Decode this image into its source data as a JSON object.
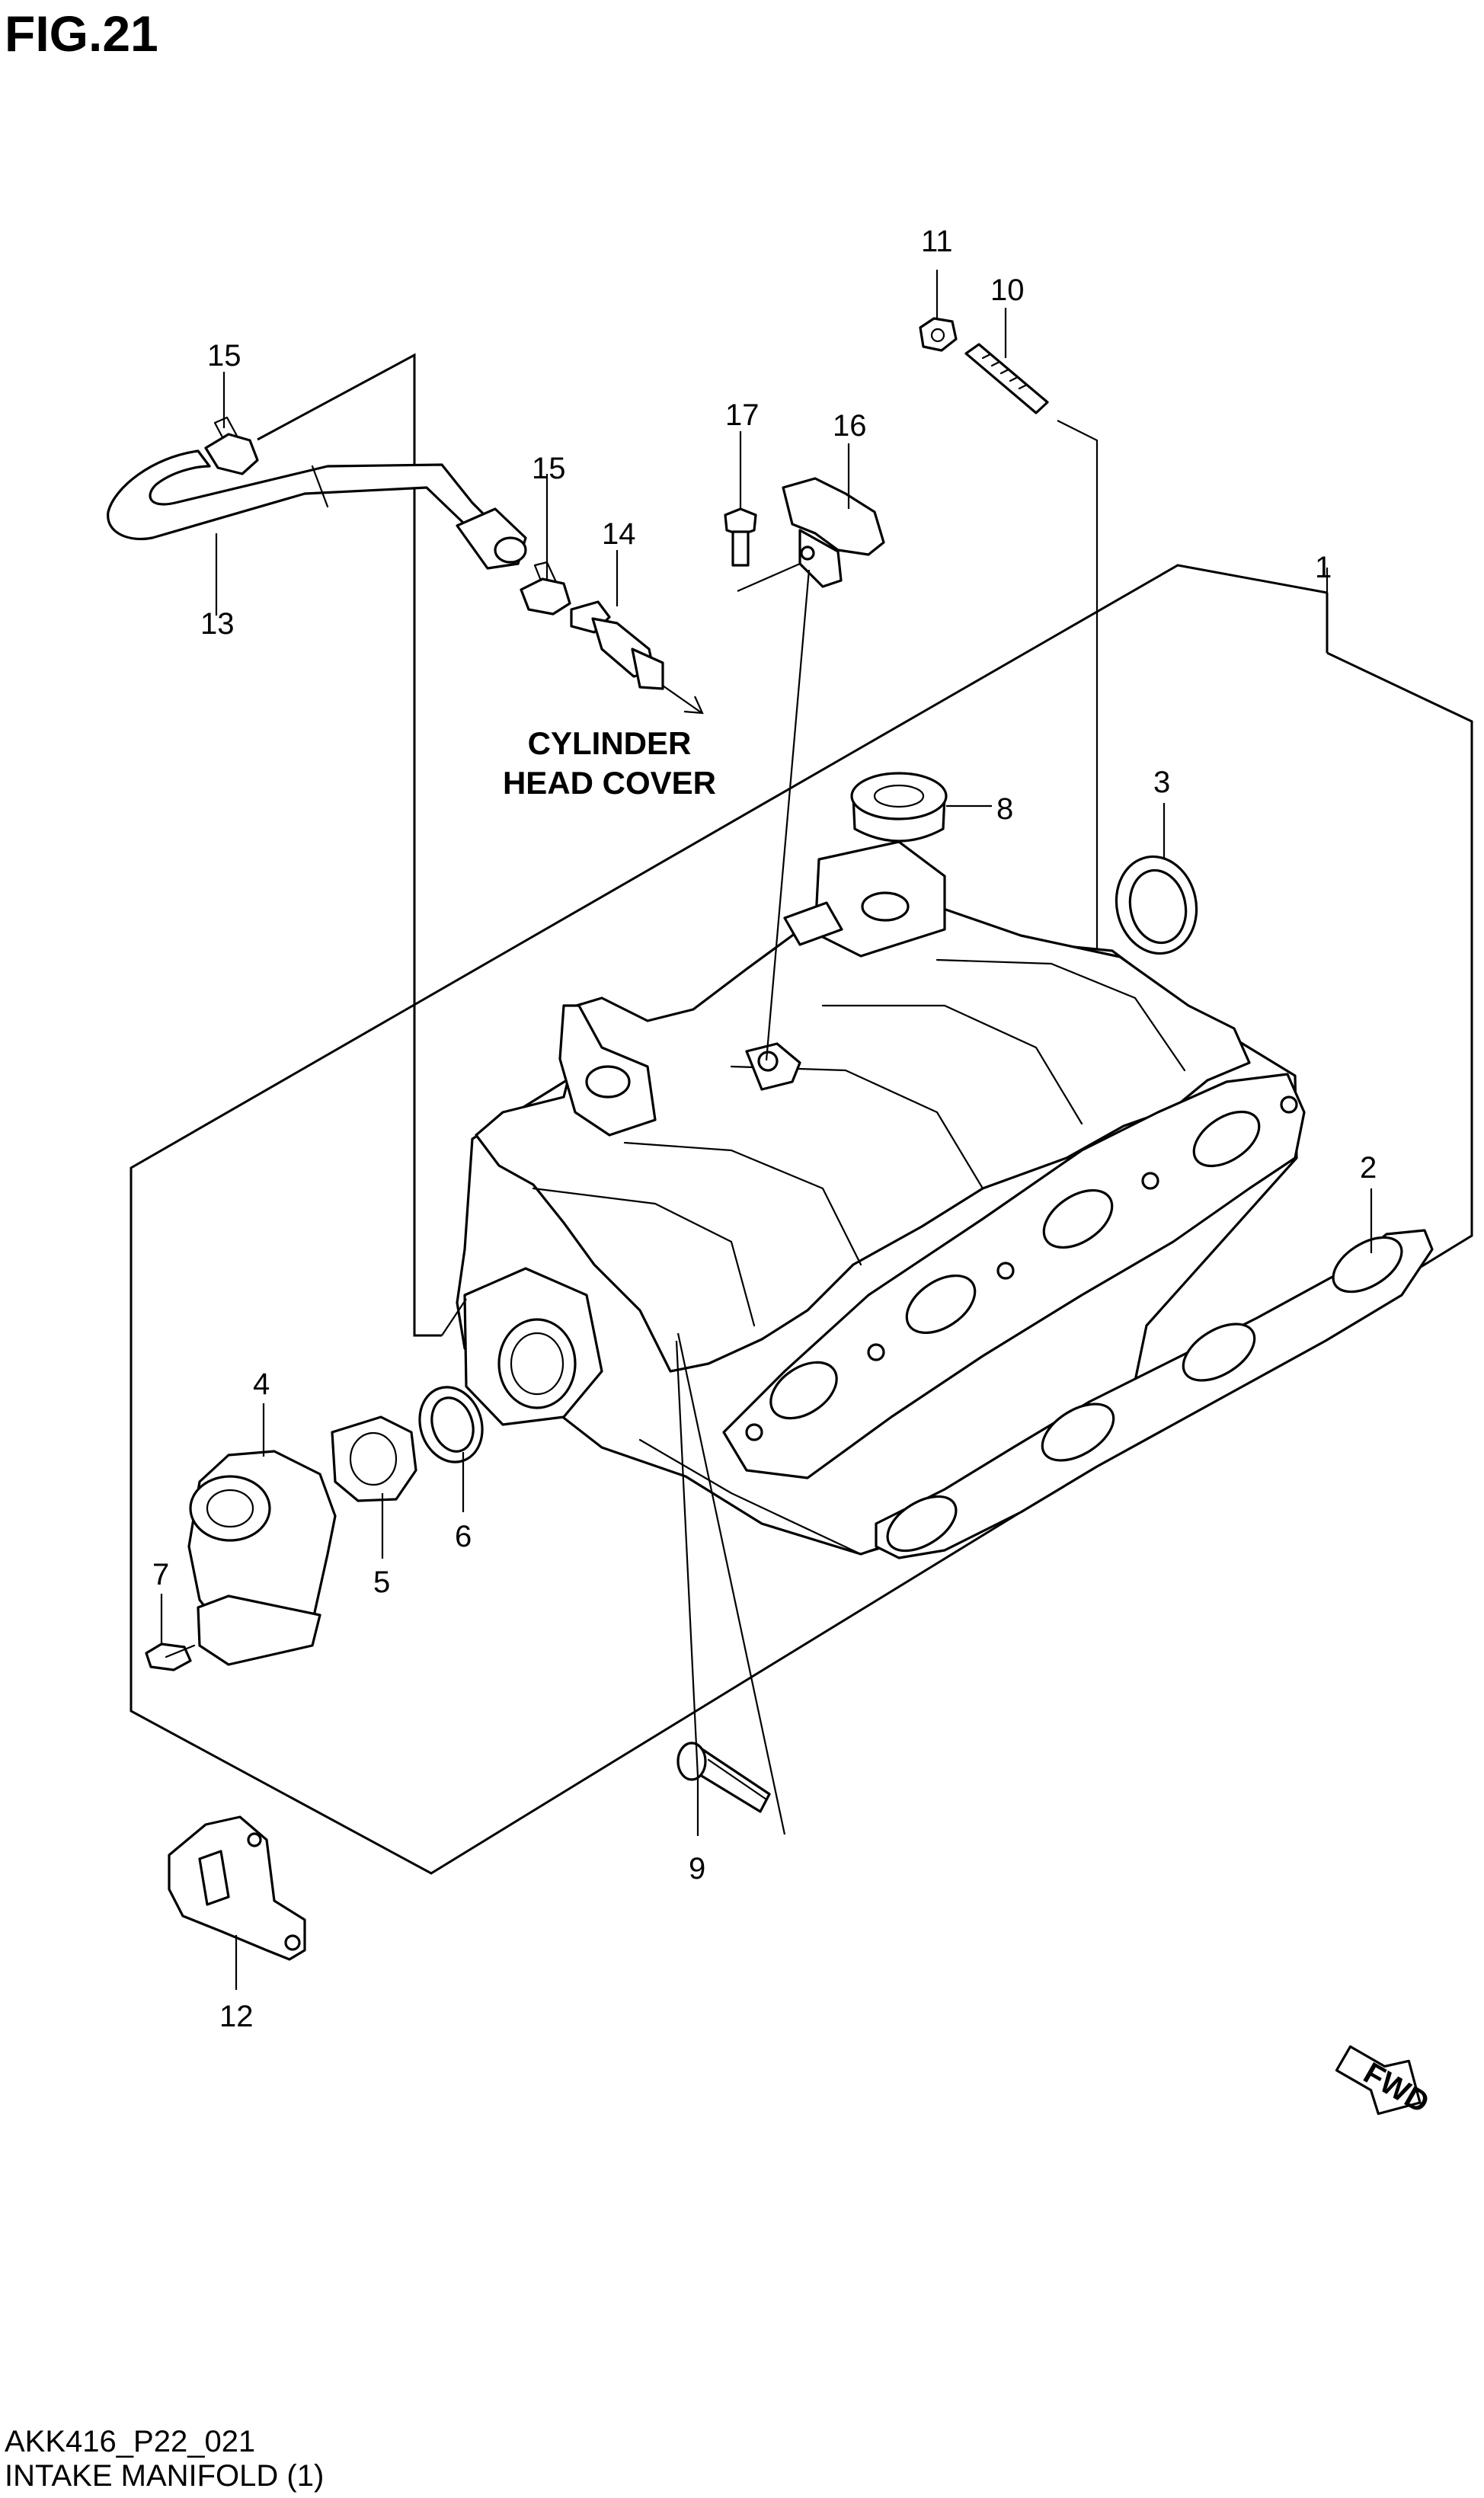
{
  "figure_title": "FIG.21",
  "note_text_line1": "CYLINDER",
  "note_text_line2": "HEAD COVER",
  "drawing_code": "AKK416_P22_021",
  "caption": "INTAKE MANIFOLD (1)",
  "fwd_label": "FWD",
  "callouts": [
    "1",
    "2",
    "3",
    "4",
    "5",
    "6",
    "7",
    "8",
    "9",
    "10",
    "11",
    "12",
    "13",
    "14",
    "15",
    "15",
    "16",
    "17"
  ]
}
